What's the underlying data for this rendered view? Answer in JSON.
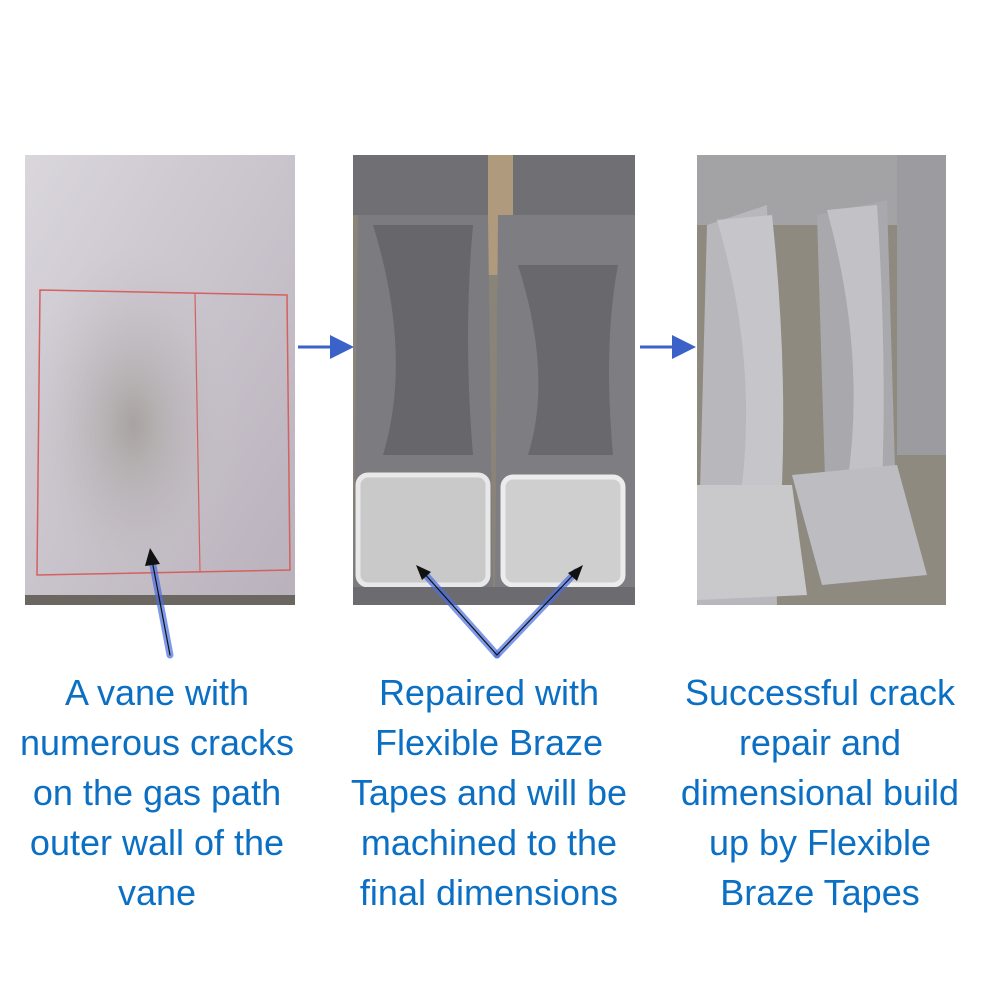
{
  "panels": [
    {
      "caption": "A vane with numerous cracks on the gas path outer wall of the vane"
    },
    {
      "caption": "Repaired with Flexible Braze Tapes and will be machined to the final dimensions"
    },
    {
      "caption": "Successful crack repair and dimensional build up by Flexible Braze Tapes"
    }
  ],
  "colors": {
    "caption_text": "#0b6fc3",
    "arrow": "#3a62c8"
  }
}
